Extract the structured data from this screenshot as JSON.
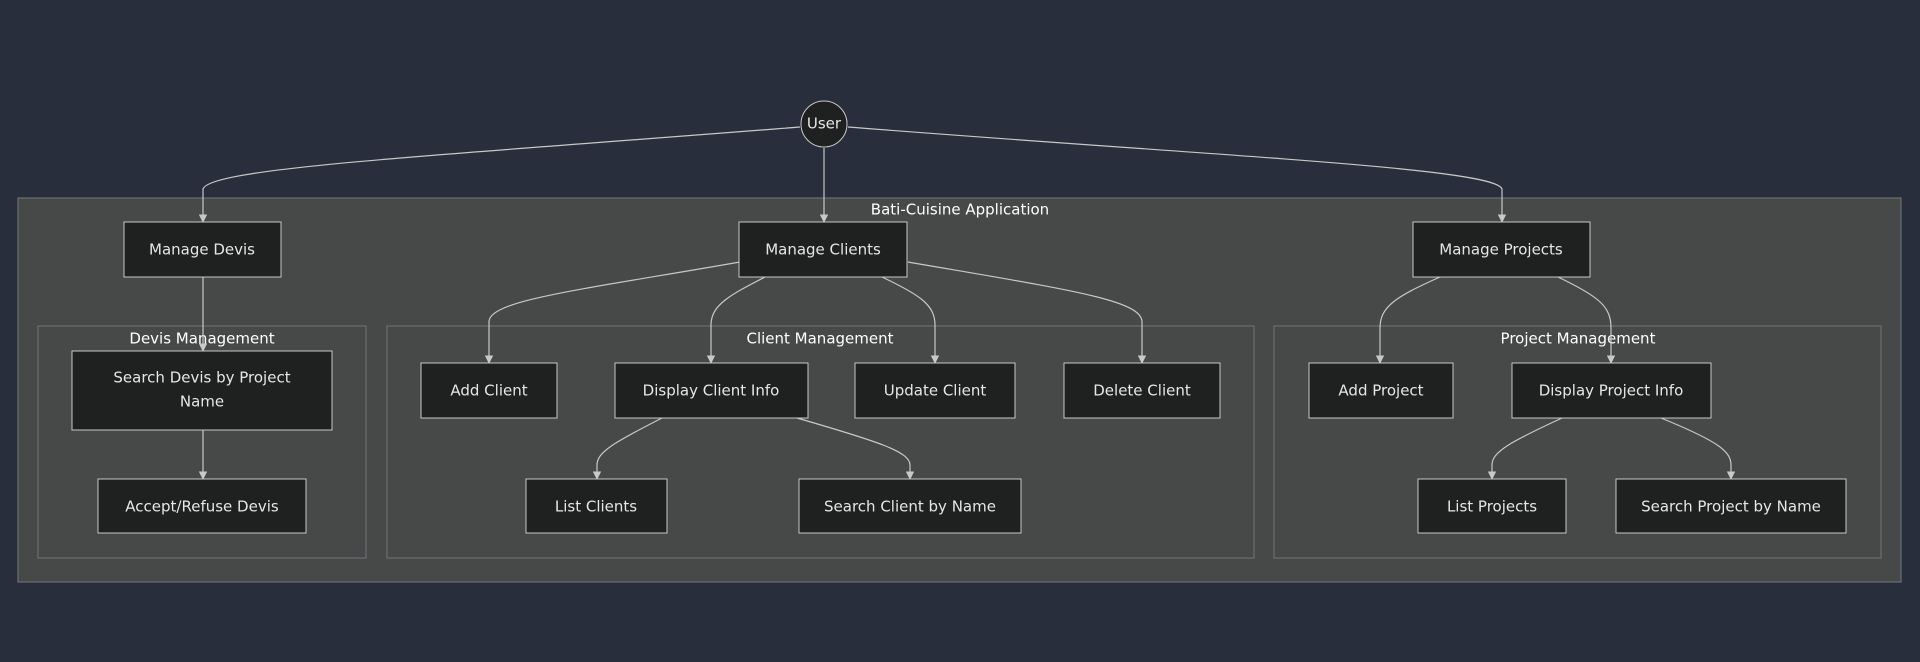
{
  "diagram": {
    "colors": {
      "background": "#282e3b",
      "group_fill": "#474848",
      "group_border": "#6b6f74",
      "node_fill": "#1f2020",
      "node_border": "#c8c8c8",
      "edge": "#c8c8c8",
      "text": "#e6e6e6"
    },
    "groups": {
      "app": "Bati-Cuisine Application",
      "devis": "Devis Management",
      "client": "Client Management",
      "project": "Project Management"
    },
    "nodes": {
      "user": "User",
      "manage_devis": "Manage Devis",
      "manage_clients": "Manage Clients",
      "manage_projects": "Manage Projects",
      "search_devis_line1": "Search Devis by Project",
      "search_devis_line2": "Name",
      "accept_refuse_devis": "Accept/Refuse Devis",
      "add_client": "Add Client",
      "display_client_info": "Display Client Info",
      "update_client": "Update Client",
      "delete_client": "Delete Client",
      "list_clients": "List Clients",
      "search_client_by_name": "Search Client by Name",
      "add_project": "Add Project",
      "display_project_info": "Display Project Info",
      "list_projects": "List Projects",
      "search_project_by_name": "Search Project by Name"
    },
    "edges": [
      [
        "User",
        "Manage Devis"
      ],
      [
        "User",
        "Manage Clients"
      ],
      [
        "User",
        "Manage Projects"
      ],
      [
        "Manage Devis",
        "Search Devis by Project Name"
      ],
      [
        "Search Devis by Project Name",
        "Accept/Refuse Devis"
      ],
      [
        "Manage Clients",
        "Add Client"
      ],
      [
        "Manage Clients",
        "Display Client Info"
      ],
      [
        "Manage Clients",
        "Update Client"
      ],
      [
        "Manage Clients",
        "Delete Client"
      ],
      [
        "Display Client Info",
        "List Clients"
      ],
      [
        "Display Client Info",
        "Search Client by Name"
      ],
      [
        "Manage Projects",
        "Add Project"
      ],
      [
        "Manage Projects",
        "Display Project Info"
      ],
      [
        "Display Project Info",
        "List Projects"
      ],
      [
        "Display Project Info",
        "Search Project by Name"
      ]
    ]
  }
}
